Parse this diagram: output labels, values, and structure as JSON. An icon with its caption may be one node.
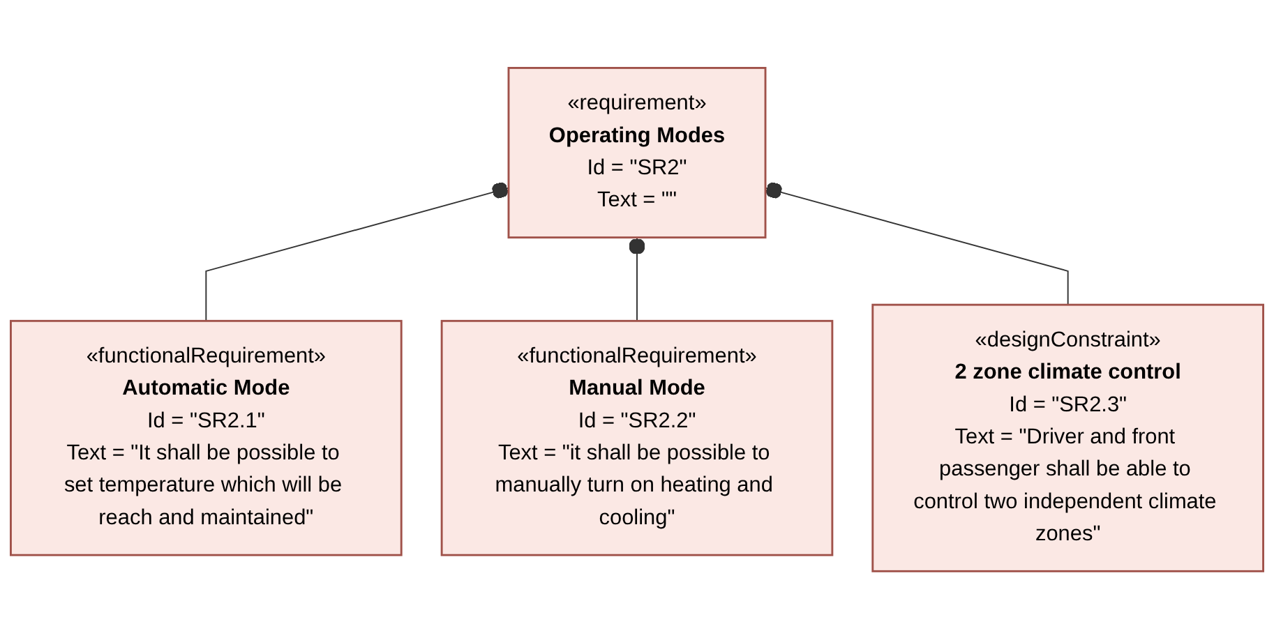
{
  "diagram": {
    "nodes": [
      {
        "text": [
          "«requirement»",
          "Operating Modes",
          "Id = \"SR2\"",
          "Text = \"\""
        ]
      },
      {
        "text": [
          "«functionalRequirement»",
          "Automatic Mode",
          "Id = \"SR2.1\"",
          "Text = \"It shall be possible to set temperature which will be reach and maintained\""
        ]
      },
      {
        "text": [
          "«functionalRequirement»",
          "Manual Mode",
          "Id = \"SR2.2\"",
          "Text = \"it shall be possible to manually turn on heating and cooling\""
        ]
      },
      {
        "text": [
          "«designConstraint»",
          "2 zone climate control",
          "Id = \"SR2.3\"",
          "Text = \"Driver and front passenger shall be able to control two independent climate zones\""
        ]
      }
    ],
    "edges": [
      {
        "from": 0,
        "to": 1,
        "arrow": "other"
      },
      {
        "from": 0,
        "to": 2,
        "arrow": "other"
      },
      {
        "from": 0,
        "to": 3,
        "arrow": "other"
      }
    ]
  }
}
